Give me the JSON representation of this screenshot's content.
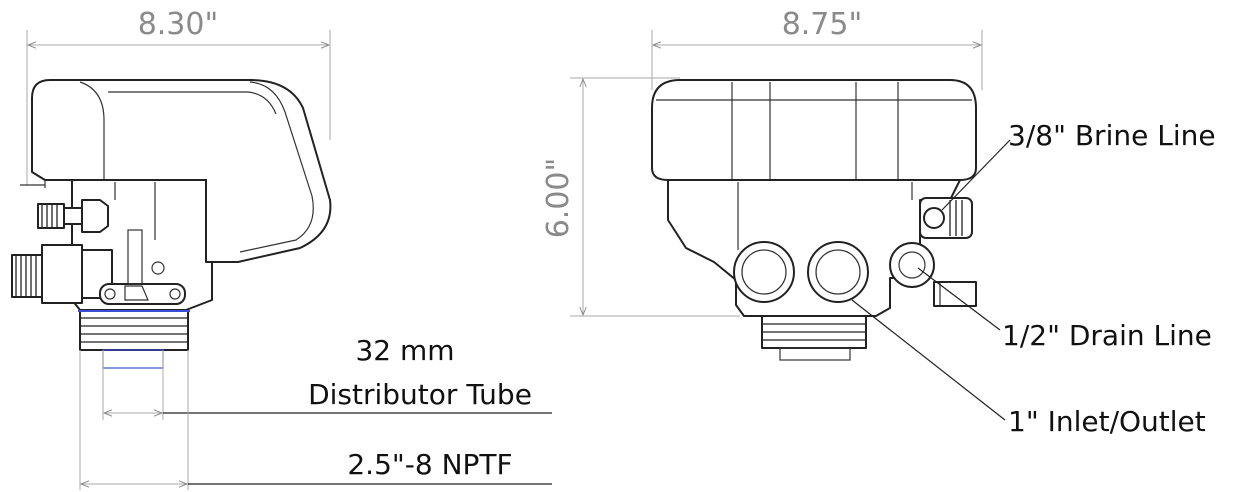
{
  "dimensions": {
    "side_width": "8.30\"",
    "front_width": "8.75\"",
    "height": "6.00\""
  },
  "callouts": {
    "brine_line": "3/8\" Brine Line",
    "drain_line": "1/2\" Drain Line",
    "inlet_outlet": "1\" Inlet/Outlet",
    "distributor_size": "32 mm",
    "distributor_label": "Distributor Tube",
    "thread_spec": "2.5\"-8 NPTF"
  },
  "colors": {
    "dimension_text": "#8a8a8a",
    "callout_text": "#111111",
    "linework": "#222222",
    "accent_blue": "#3a4fd8"
  }
}
